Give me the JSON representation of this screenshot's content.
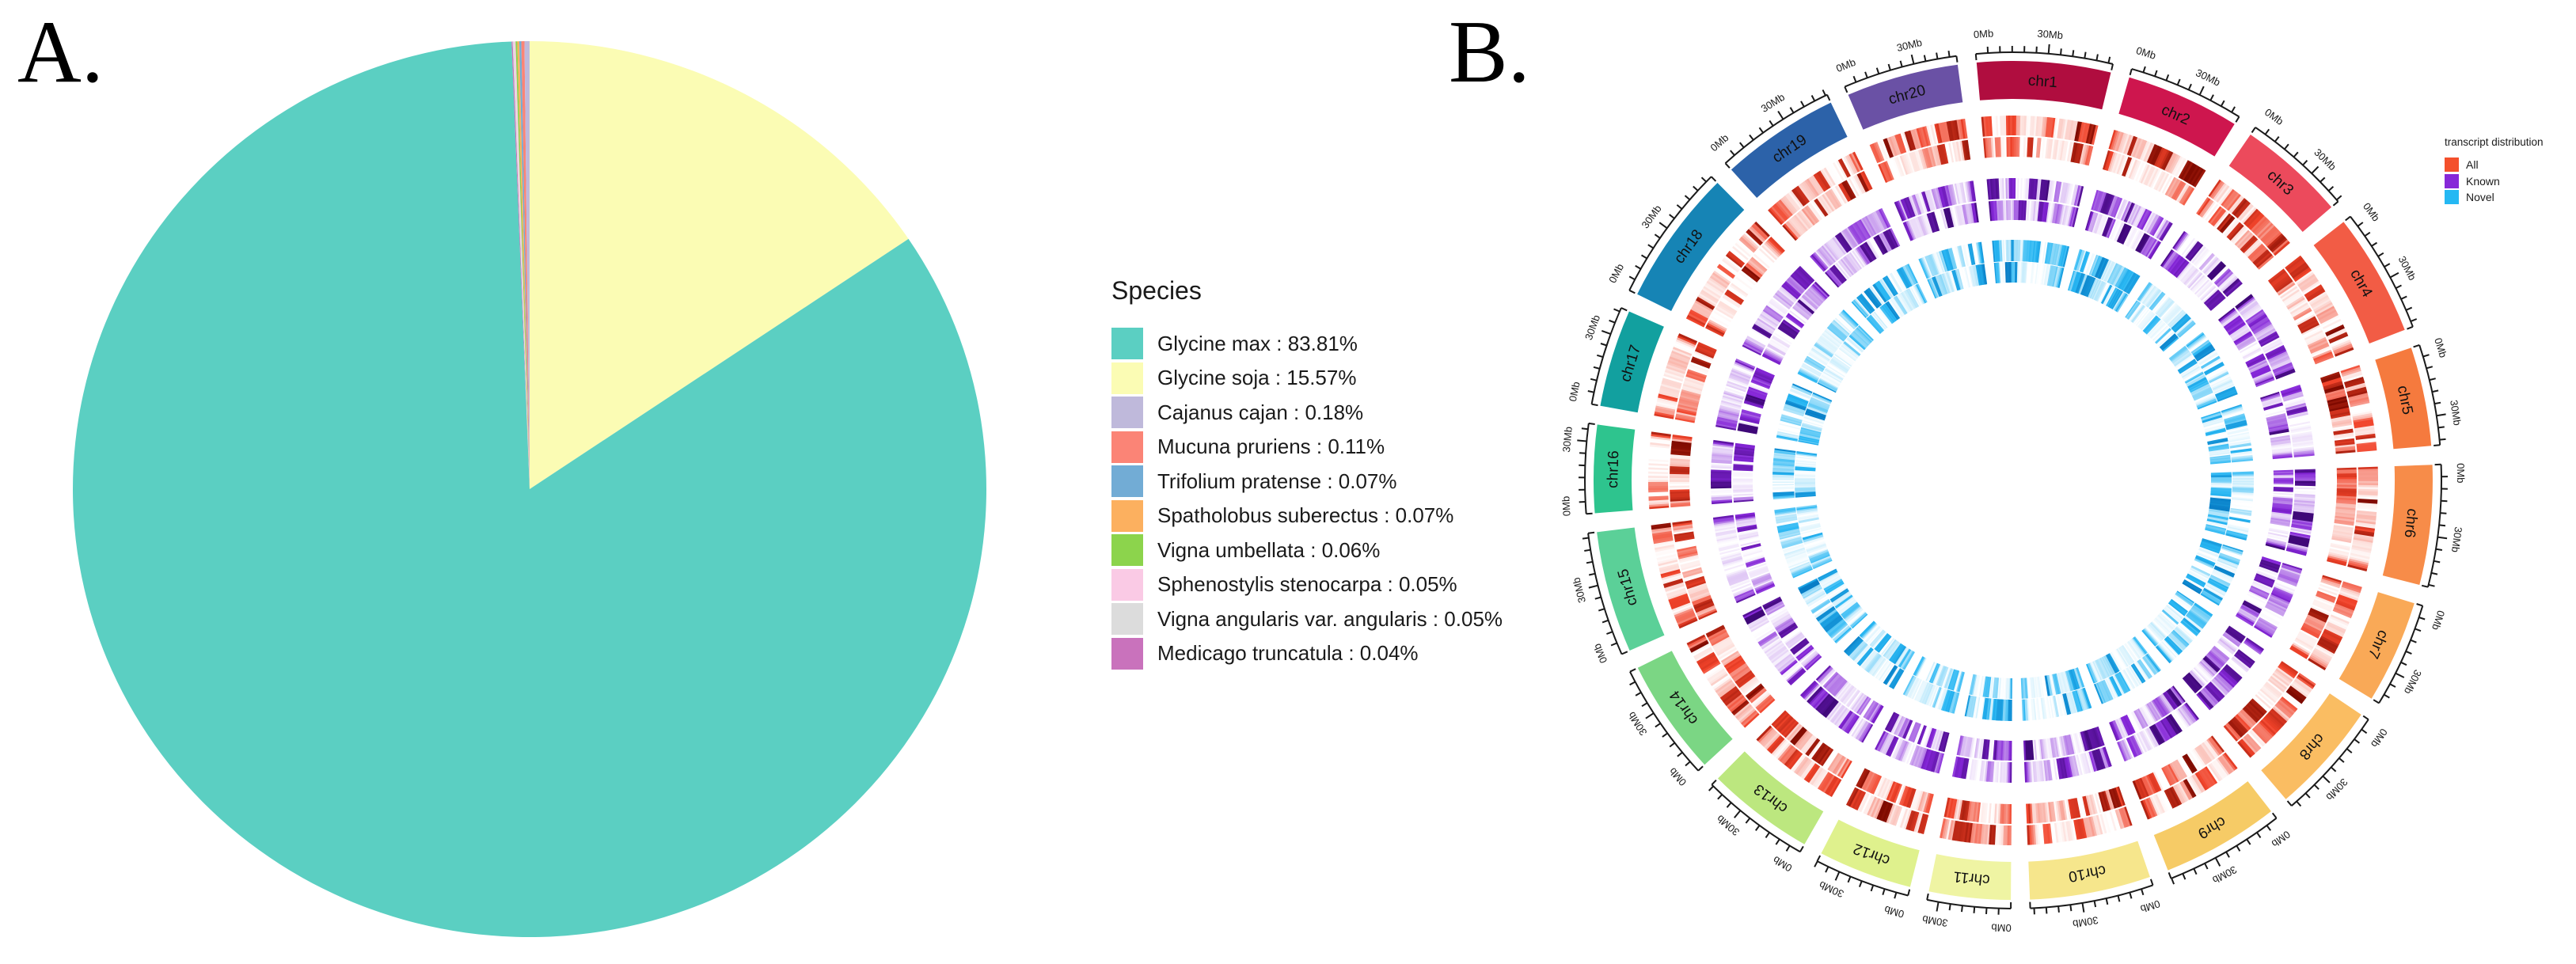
{
  "panels": {
    "a": {
      "label": "A."
    },
    "b": {
      "label": "B."
    }
  },
  "species_legend": {
    "title": "Species",
    "items": [
      {
        "name": "Glycine max",
        "value_pct": 83.81,
        "label": "Glycine max : 83.81%",
        "color": "#5BCFC2"
      },
      {
        "name": "Glycine soja",
        "value_pct": 15.57,
        "label": "Glycine soja : 15.57%",
        "color": "#FBFCB4"
      },
      {
        "name": "Cajanus cajan",
        "value_pct": 0.18,
        "label": "Cajanus cajan : 0.18%",
        "color": "#BFB9DB"
      },
      {
        "name": "Mucuna pruriens",
        "value_pct": 0.11,
        "label": "Mucuna pruriens : 0.11%",
        "color": "#FB8476"
      },
      {
        "name": "Trifolium pratense",
        "value_pct": 0.07,
        "label": "Trifolium pratense : 0.07%",
        "color": "#72ACD5"
      },
      {
        "name": "Spatholobus suberectus",
        "value_pct": 0.07,
        "label": "Spatholobus suberectus : 0.07%",
        "color": "#FCB05F"
      },
      {
        "name": "Vigna umbellata",
        "value_pct": 0.06,
        "label": "Vigna umbellata : 0.06%",
        "color": "#8CD44C"
      },
      {
        "name": "Sphenostylis stenocarpa",
        "value_pct": 0.05,
        "label": "Sphenostylis stenocarpa : 0.05%",
        "color": "#FACAE5"
      },
      {
        "name": "Vigna angularis var. angularis",
        "value_pct": 0.05,
        "label": "Vigna angularis var. angularis : 0.05%",
        "color": "#DCDCDC"
      },
      {
        "name": "Medicago truncatula",
        "value_pct": 0.04,
        "label": "Medicago truncatula : 0.04%",
        "color": "#C972BC"
      }
    ]
  },
  "transcript_legend": {
    "title": "transcript distribution",
    "items": [
      {
        "label": "All",
        "color": "#F4502C"
      },
      {
        "label": "Known",
        "color": "#8728D8"
      },
      {
        "label": "Novel",
        "color": "#25B8F3"
      }
    ]
  },
  "chart_data": [
    {
      "type": "pie",
      "title": "Species",
      "labels": [
        "Glycine max",
        "Glycine soja",
        "Cajanus cajan",
        "Mucuna pruriens",
        "Trifolium pratense",
        "Spatholobus suberectus",
        "Vigna umbellata",
        "Sphenostylis stenocarpa",
        "Vigna angularis var. angularis",
        "Medicago truncatula"
      ],
      "values": [
        83.81,
        15.57,
        0.18,
        0.11,
        0.07,
        0.07,
        0.06,
        0.05,
        0.05,
        0.04
      ],
      "colors": [
        "#5BCFC2",
        "#FBFCB4",
        "#BFB9DB",
        "#FB8476",
        "#72ACD5",
        "#FCB05F",
        "#8CD44C",
        "#FACAE5",
        "#DCDCDC",
        "#C972BC"
      ],
      "clockwise_order_from_top": [
        1,
        0,
        9,
        8,
        7,
        6,
        5,
        4,
        3,
        2
      ],
      "legend_position": "right"
    },
    {
      "type": "heatmap",
      "layout": "circular",
      "title": "transcript distribution",
      "rings_outer_to_inner": [
        "All",
        "Known",
        "Novel"
      ],
      "ring_colors": {
        "All": {
          "mid": "#F1432A",
          "dark": "#7E0A00"
        },
        "Known": {
          "mid": "#8526D8",
          "dark": "#3F0878"
        },
        "Novel": {
          "mid": "#29B7F3",
          "dark": "#0273BE"
        }
      },
      "axis": {
        "tick_interval_mb": 5,
        "labeled_ticks": [
          "0Mb",
          "30Mb"
        ],
        "unit": "Mb"
      },
      "chromosomes": [
        {
          "name": "chr1",
          "size_mb": 56.9,
          "color": "#B00D3F"
        },
        {
          "name": "chr2",
          "size_mb": 48.6,
          "color": "#CE164E"
        },
        {
          "name": "chr3",
          "size_mb": 45.9,
          "color": "#EC4A5C"
        },
        {
          "name": "chr4",
          "size_mb": 52.4,
          "color": "#F25C45"
        },
        {
          "name": "chr5",
          "size_mb": 42.2,
          "color": "#F57A3E"
        },
        {
          "name": "chr6",
          "size_mb": 51.0,
          "color": "#F78C49"
        },
        {
          "name": "chr7",
          "size_mb": 44.1,
          "color": "#F9A957"
        },
        {
          "name": "chr8",
          "size_mb": 47.8,
          "color": "#FABD62"
        },
        {
          "name": "chr9",
          "size_mb": 50.2,
          "color": "#F6CB66"
        },
        {
          "name": "chr10",
          "size_mb": 51.6,
          "color": "#F6E68C"
        },
        {
          "name": "chr11",
          "size_mb": 34.8,
          "color": "#EFF4A3"
        },
        {
          "name": "chr12",
          "size_mb": 40.1,
          "color": "#DFF18D"
        },
        {
          "name": "chr13",
          "size_mb": 45.9,
          "color": "#BCE77F"
        },
        {
          "name": "chr14",
          "size_mb": 49.7,
          "color": "#7BD684"
        },
        {
          "name": "chr15",
          "size_mb": 51.9,
          "color": "#5BD098"
        },
        {
          "name": "chr16",
          "size_mb": 37.4,
          "color": "#2EC48E"
        },
        {
          "name": "chr17",
          "size_mb": 41.6,
          "color": "#12A09F"
        },
        {
          "name": "chr18",
          "size_mb": 58.0,
          "color": "#1684B5"
        },
        {
          "name": "chr19",
          "size_mb": 50.7,
          "color": "#2C62A9"
        },
        {
          "name": "chr20",
          "size_mb": 47.9,
          "color": "#6A51A5"
        }
      ]
    }
  ]
}
